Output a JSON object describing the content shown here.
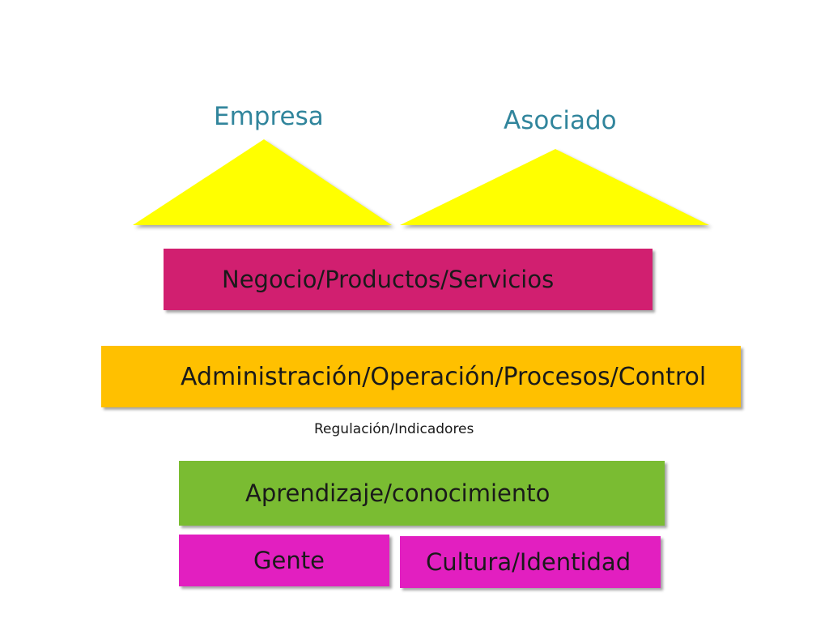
{
  "labels": {
    "empresa": "Empresa",
    "asociado": "Asociado"
  },
  "boxes": {
    "negocio": "Negocio/Productos/Servicios",
    "administracion": "Administración/Operación/Procesos/Control",
    "aprendizaje": "Aprendizaje/conocimiento",
    "gente": "Gente",
    "cultura": "Cultura/Identidad"
  },
  "notes": {
    "regulacion": "Regulación/Indicadores"
  },
  "colors": {
    "label_teal": "#31859c",
    "roof_yellow": "#ffff00",
    "negocio": "#d11f70",
    "administracion": "#ffc000",
    "aprendizaje": "#7abc32",
    "base_magenta": "#e21fc0"
  }
}
